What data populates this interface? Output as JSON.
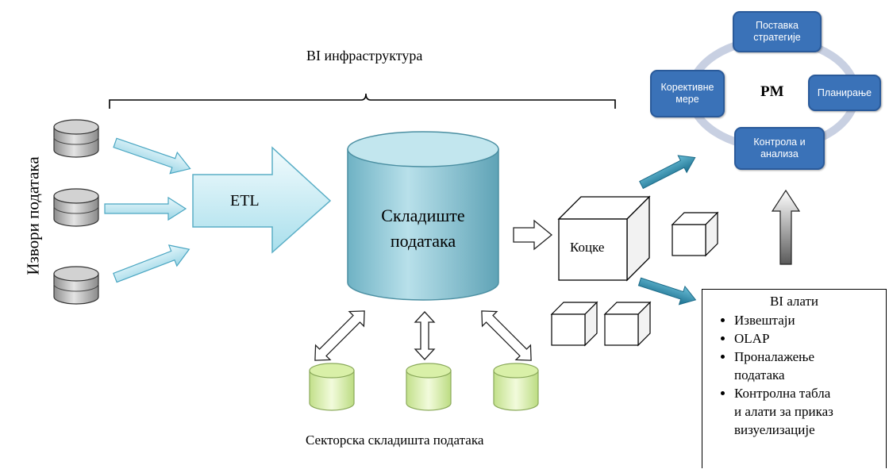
{
  "title": "BI инфраструктура",
  "sources_label": "Извори података",
  "etl_label": "ETL",
  "warehouse": {
    "line1": "Складиште",
    "line2": "података"
  },
  "cubes_label": "Коцке",
  "marts_label": "Секторска складишта података",
  "pm": {
    "center": "PM",
    "strategy": {
      "line1": "Поставка",
      "line2": "стратегије"
    },
    "planning": "Планирање",
    "control": {
      "line1": "Контрола и",
      "line2": "анализа"
    },
    "corrective": {
      "line1": "Корективне",
      "line2": "мере"
    }
  },
  "tools": {
    "title": "BI алати",
    "items": [
      "Извештаји",
      "OLAP",
      "Проналажење",
      "података",
      "Контролна табла",
      "и алати за приказ",
      "визуелизације"
    ]
  },
  "colors": {
    "source_db": "#b9b9b9",
    "mart_db": "#d9f0a8",
    "warehouse": "#8fc7d6",
    "etl_arrow": "#cdeef5",
    "teal_arrow": "#2a87a6",
    "pm_box": "#3a72b8",
    "pm_ring": "#c8d0e2"
  }
}
